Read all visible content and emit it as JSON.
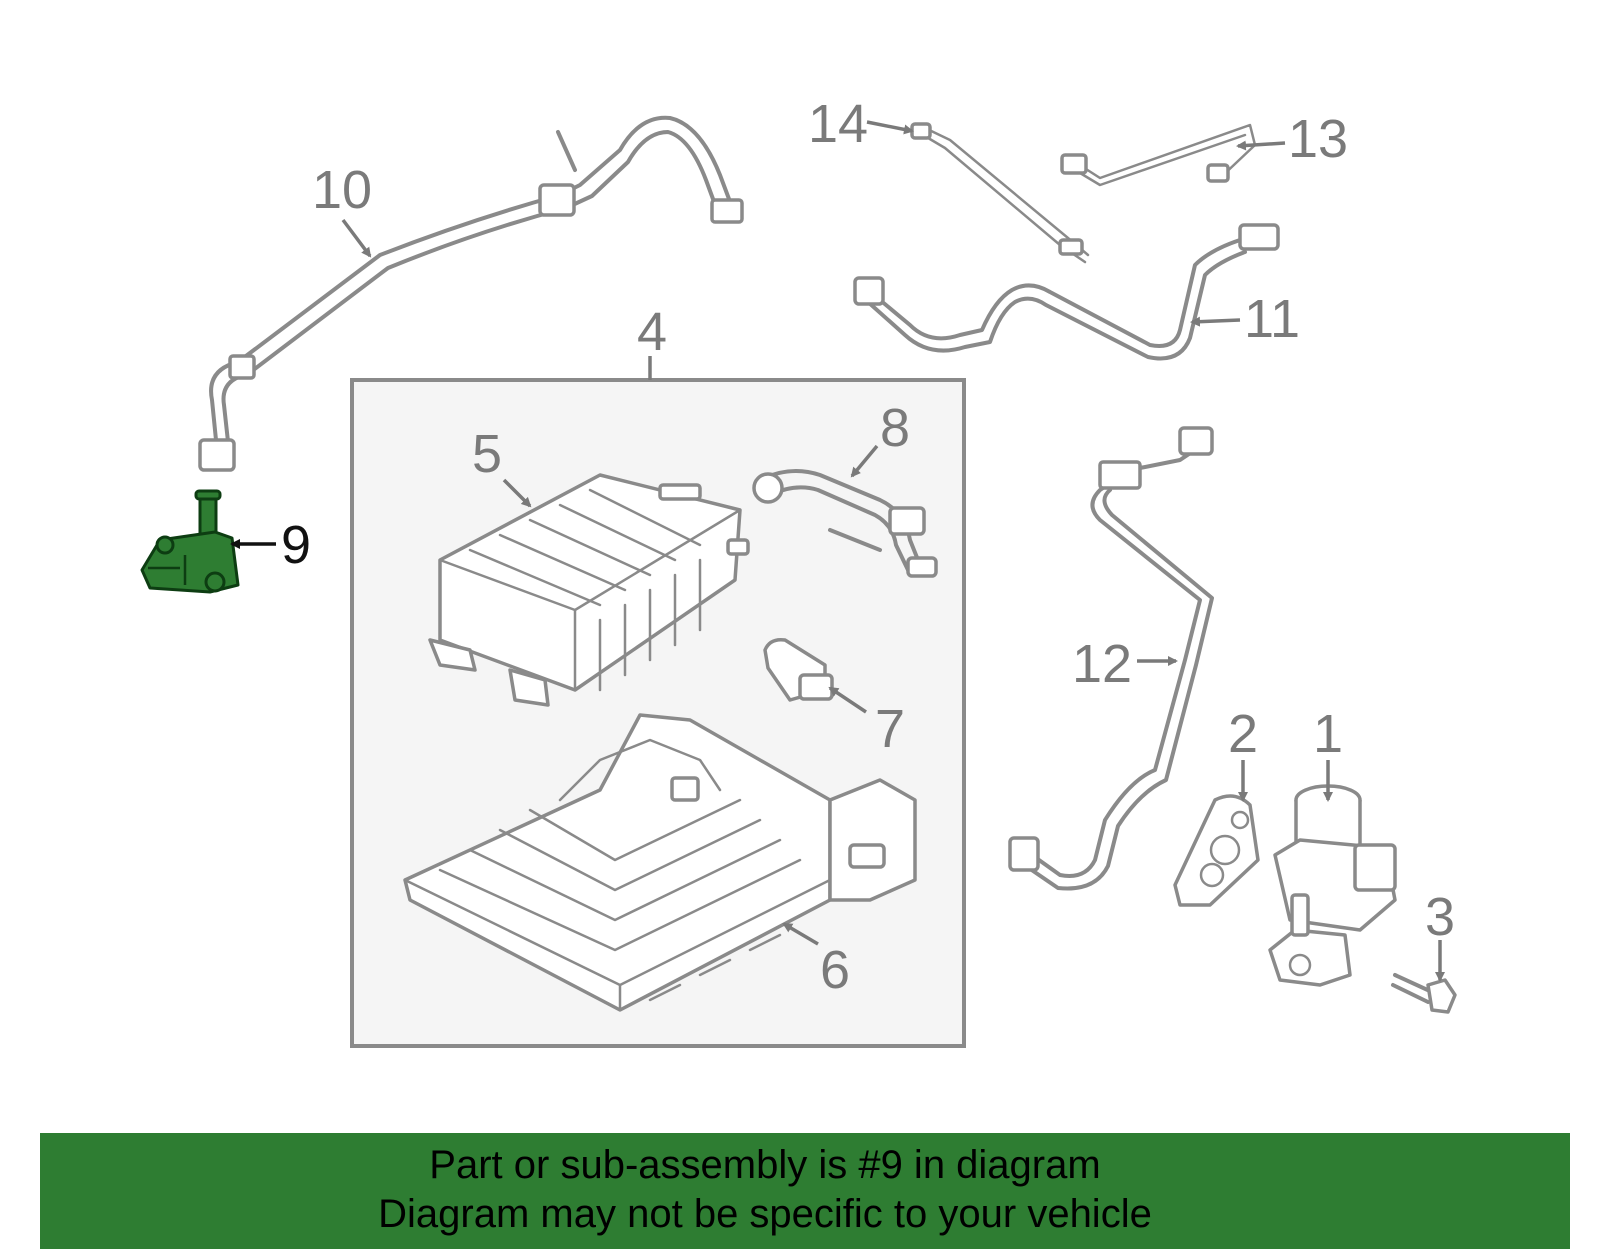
{
  "callouts": {
    "c1": "1",
    "c2": "2",
    "c3": "3",
    "c4": "4",
    "c5": "5",
    "c6": "6",
    "c7": "7",
    "c8": "8",
    "c9": "9",
    "c10": "10",
    "c11": "11",
    "c12": "12",
    "c13": "13",
    "c14": "14"
  },
  "highlighted_part": "9",
  "colors": {
    "highlight": "#2e7d32",
    "banner": "#2e7d32",
    "line_art": "#8a8a8a"
  },
  "banner": {
    "line1": "Part or sub-assembly is #9 in diagram",
    "line2": "Diagram may not be specific to your vehicle"
  }
}
